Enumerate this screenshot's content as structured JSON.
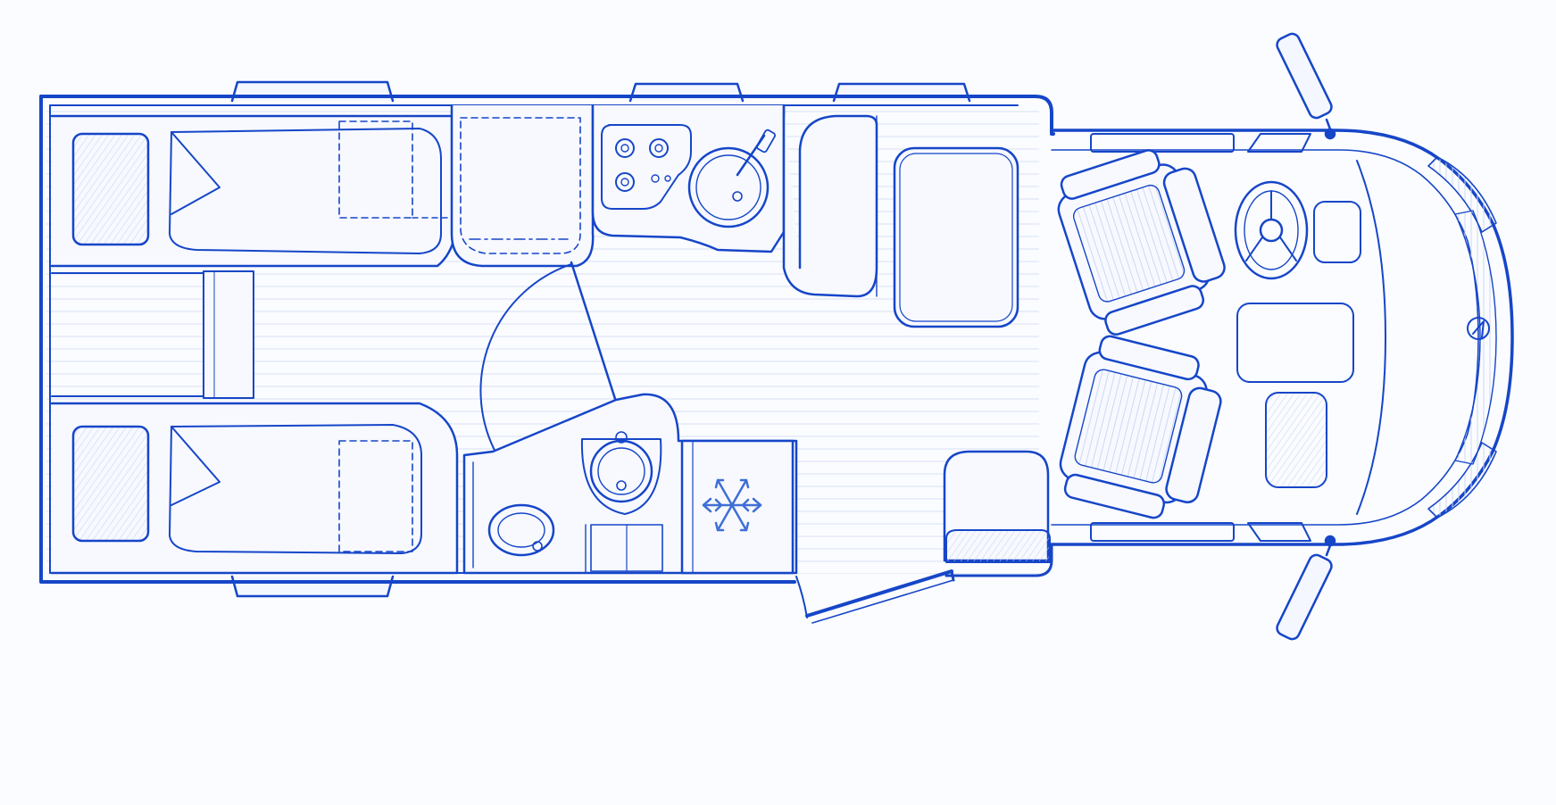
{
  "diagram": {
    "type": "motorhome-floor-plan",
    "style": "blue pencil sketch, top view",
    "colors": {
      "ink": "#1646c8",
      "ink_light": "#6f8de0",
      "ink_faint": "#c9d5f3",
      "paper": "#fbfcff",
      "icon": "#3f6fd6"
    },
    "zones": [
      "rear-bedroom-twin-beds",
      "washroom",
      "kitchen",
      "dinette",
      "cab"
    ],
    "icons": [
      "snowflake-icon",
      "steering-wheel-icon",
      "burner-icon",
      "sink-icon",
      "toilet-icon",
      "shower-icon",
      "brand-logo-icon"
    ]
  }
}
